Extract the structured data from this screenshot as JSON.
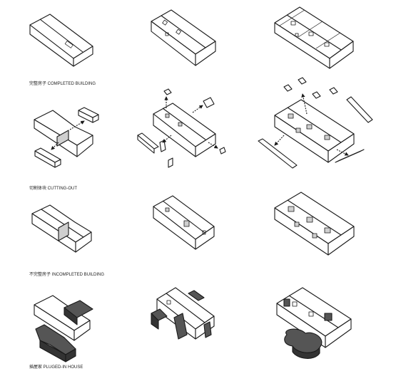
{
  "stages": [
    {
      "label": "完整房子 COMPLETED BUILDING"
    },
    {
      "label": "切割体块 CUTTING-OUT"
    },
    {
      "label": "不完整房子 INCOMPLETED BUILDING"
    },
    {
      "label": "插屋家 PLUGED-IN HOUSE"
    }
  ],
  "colors": {
    "line": "#1a1a1a",
    "face_top": "#ffffff",
    "face_side": "#ffffff",
    "window": "#cfcfcf",
    "plugin": "#555555",
    "plugin_dark": "#333333"
  }
}
